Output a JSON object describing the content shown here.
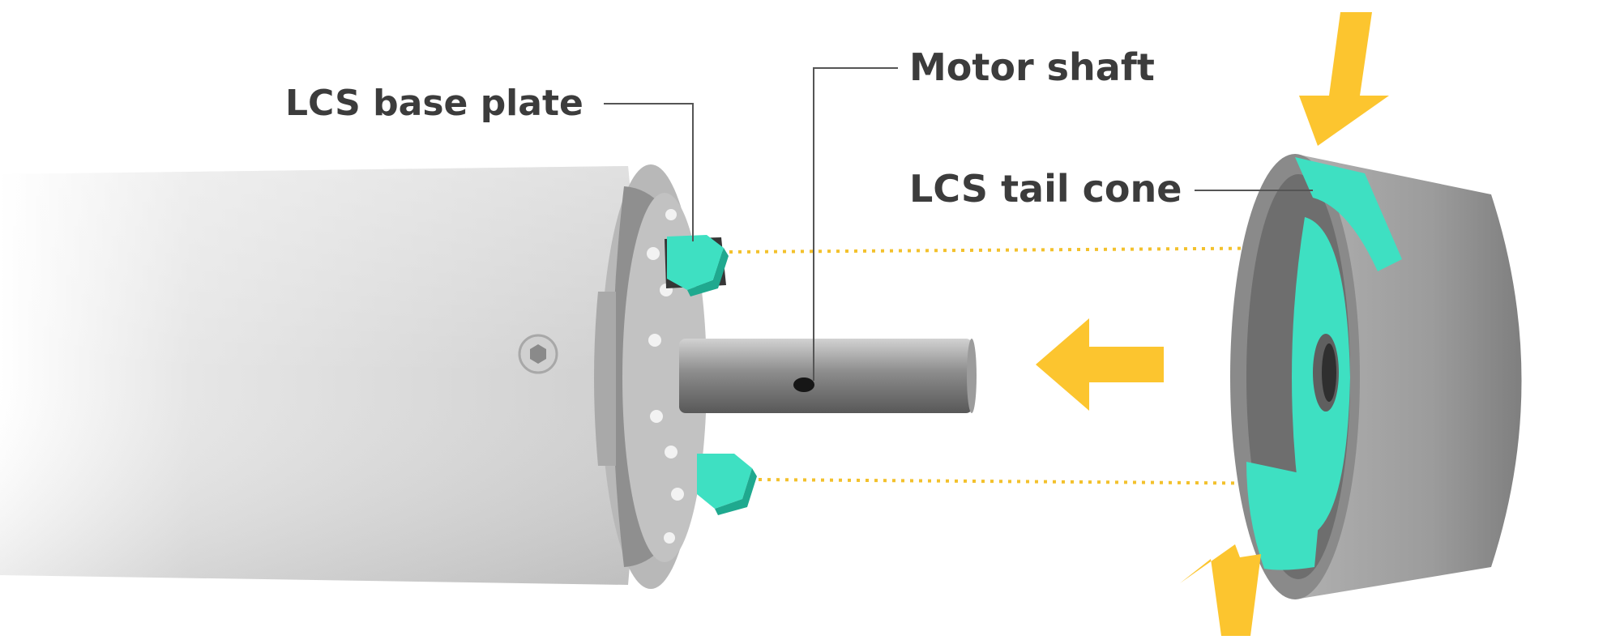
{
  "labels": {
    "base_plate": "LCS base plate",
    "motor_shaft": "Motor shaft",
    "tail_cone": "LCS tail cone"
  },
  "colors": {
    "accent_teal": "#3ee0c2",
    "accent_teal_dark": "#1fa98f",
    "arrow_yellow": "#fcc52f",
    "label_text": "#3c3c3c",
    "body_grey": "#d4d4d4",
    "cone_grey": "#9a9a9a",
    "leader_line": "#555555"
  },
  "icons": [
    "arrow-down-icon",
    "arrow-left-icon",
    "arrow-up-icon"
  ]
}
